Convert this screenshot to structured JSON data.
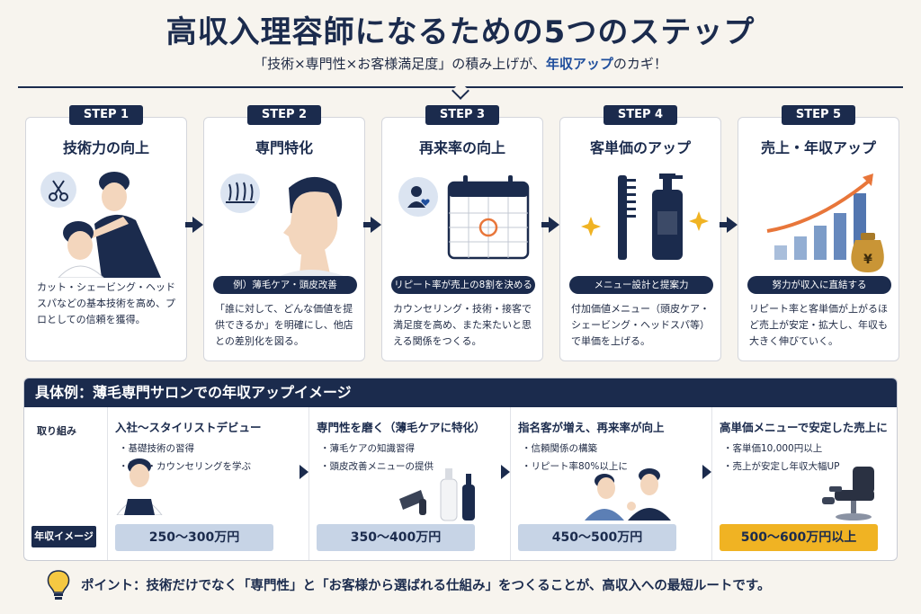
{
  "header": {
    "title": "高収入理容師になるための5つのステップ",
    "subtitle_pre": "「技術×専門性×お客様満足度」の積み上げが、",
    "subtitle_highlight": "年収アップ",
    "subtitle_post": "のカギ！"
  },
  "steps": [
    {
      "badge": "STEP 1",
      "title": "技術力の向上",
      "tag": "",
      "desc": "カット・シェービング・ヘッドスパなどの基本技術を高め、プロとしての信頼を獲得。"
    },
    {
      "badge": "STEP 2",
      "title": "専門特化",
      "tag": "例）薄毛ケア・頭皮改善",
      "desc": "「誰に対して、どんな価値を提供できるか」を明確にし、他店との差別化を図る。"
    },
    {
      "badge": "STEP 3",
      "title": "再来率の向上",
      "tag": "リピート率が売上の8割を決める",
      "desc": "カウンセリング・技術・接客で満足度を高め、また来たいと思える関係をつくる。"
    },
    {
      "badge": "STEP 4",
      "title": "客単価のアップ",
      "tag": "メニュー設計と提案力",
      "desc": "付加価値メニュー（頭皮ケア・シェービング・ヘッドスパ等）で単価を上げる。"
    },
    {
      "badge": "STEP 5",
      "title": "売上・年収アップ",
      "tag": "努力が収入に直結する",
      "desc": "リピート率と客単価が上がるほど売上が安定・拡大し、年収も大きく伸びていく。"
    }
  ],
  "example": {
    "header": "具体例：薄毛専門サロンでの年収アップイメージ",
    "label_efforts": "取り組み",
    "label_income": "年収イメージ",
    "columns": [
      {
        "title": "入社〜スタイリストデビュー",
        "bullets": [
          "基礎技術の習得",
          "接客・カウンセリングを学ぶ"
        ],
        "income": "250〜300万円"
      },
      {
        "title": "専門性を磨く（薄毛ケアに特化）",
        "bullets": [
          "薄毛ケアの知識習得",
          "頭皮改善メニューの提供"
        ],
        "income": "350〜400万円"
      },
      {
        "title": "指名客が増え、再来率が向上",
        "bullets": [
          "信頼関係の構築",
          "リピート率80%以上に"
        ],
        "income": "450〜500万円"
      },
      {
        "title": "高単価メニューで安定した売上に",
        "bullets": [
          "客単価10,000円以上",
          "売上が安定し年収大幅UP"
        ],
        "income": "500〜600万円以上"
      }
    ]
  },
  "point": {
    "text": "ポイント：技術だけでなく「専門性」と「お客様から選ばれる仕組み」をつくることが、高収入への最短ルートです。"
  },
  "icons": [
    "scissors-icon",
    "hair-follicle-icon",
    "user-heart-icon",
    "calendar-icon",
    "comb-icon",
    "bottle-icon",
    "sparkle-icon",
    "growth-chart-icon",
    "money-bag-icon",
    "lightbulb-icon",
    "barber-chair-icon"
  ],
  "colors": {
    "navy": "#1b2b4d",
    "accent_blue": "#1f4e9c",
    "gold": "#f0b323",
    "orange": "#e8763a"
  }
}
